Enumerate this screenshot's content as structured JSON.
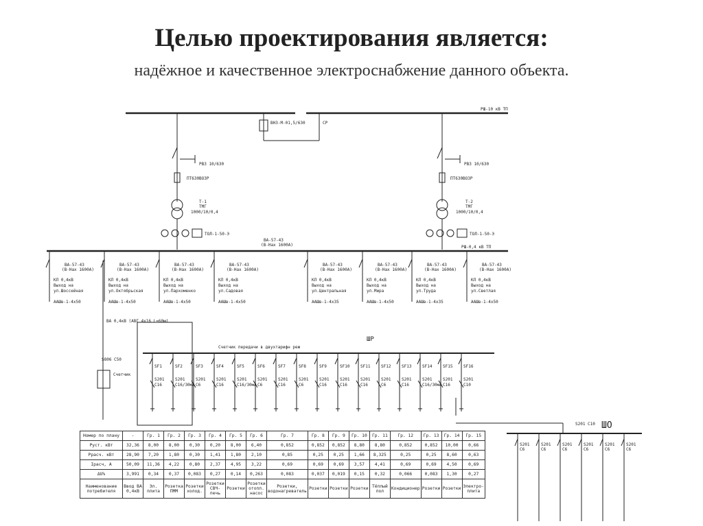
{
  "header": {
    "title": "Целью проектирования является:",
    "subtitle": "надёжное и качественное электроснабжение данного объекта."
  },
  "labels": {
    "bus_10kv": "РШ-10 кВ ТП",
    "bus_04kv": "РШ-0,4 кВ ТП",
    "sectional_switch": "ВНЗ-М-01,5/630",
    "sr": "СР",
    "rvz_left": "РВЗ 10/630",
    "rvz_right": "РВЗ 10/630",
    "fuse_left": "ПТ630ВОЗР",
    "fuse_right": "ПТ630ВОЗР",
    "t1": "Т-1",
    "t1_spec": "1000/10/0,4",
    "t2": "Т-2",
    "t2_spec": "1000/10/0,4",
    "tm1": "ТМГ",
    "tm2": "ТМГ",
    "tol": "ТОЛ-1-50-Э",
    "tol2": "ТОЛ-1-50-Э",
    "va_main": "ВА-57-43",
    "va_main_sub": "(В-Нах 1600А)",
    "shr": "ШР",
    "sho": "ШО",
    "shr_note": "Счетчик передачи в двухтарифн реж",
    "mcb_left": "S806 C50",
    "meter": "Счетчик",
    "cable_left": "ВА 0,4кВ (АВГ 4х16 L=60м)",
    "s201": "S201 C10"
  },
  "feeders": [
    {
      "breaker": "ВА-57-43",
      "rating": "(В-Нах 1600А)",
      "desc": "КЛ 0,4кВ Выход на ул.Шоссейная",
      "cable": "ААШв-1-4х50"
    },
    {
      "breaker": "ВА-57-43",
      "rating": "(В-Нах 1600А)",
      "desc": "КЛ 0,4кВ Выход на ул.Октябрьская",
      "cable": "ААШв-1-4х50"
    },
    {
      "breaker": "ВА-57-43",
      "rating": "(В-Нах 1600А)",
      "desc": "КЛ 0,4кВ Выход на ул.Пархоменко",
      "cable": "ААШв-1-4х50"
    },
    {
      "breaker": "ВА-57-43",
      "rating": "(В-Нах 1600А)",
      "desc": "КЛ 0,4кВ Выход на ул.Садовая",
      "cable": "ААШв-1-4х50"
    },
    {
      "breaker": "ВА-57-43",
      "rating": "(В-Нах 1600А)",
      "desc": "КЛ 0,4кВ Выход на ул.Центральная",
      "cable": "ААШв-1-4х35"
    },
    {
      "breaker": "ВА-57-43",
      "rating": "(В-Нах 1600А)",
      "desc": "КЛ 0,4кВ Выход на ул.Мира",
      "cable": "ААШв-1-4х50"
    },
    {
      "breaker": "ВА-57-43",
      "rating": "(В-Нах 1600А)",
      "desc": "КЛ 0,4кВ Выход на ул.Труда",
      "cable": "ААШв-1-4х35"
    },
    {
      "breaker": "ВА-57-43",
      "rating": "(В-Нах 1600А)",
      "desc": "КЛ 0,4кВ Выход на ул.Светлая",
      "cable": "ААШв-1-4х50"
    }
  ],
  "groups": [
    {
      "sf": "SF1",
      "b": "S201 C16"
    },
    {
      "sf": "SF2",
      "b": "S201 C16/30мА"
    },
    {
      "sf": "SF3",
      "b": "S201 C6"
    },
    {
      "sf": "SF4",
      "b": "S201 C16"
    },
    {
      "sf": "SF5",
      "b": "S201 C16/30мА"
    },
    {
      "sf": "SF6",
      "b": "S201 C6"
    },
    {
      "sf": "SF7",
      "b": "S201 C16"
    },
    {
      "sf": "SF8",
      "b": "S201 C6"
    },
    {
      "sf": "SF9",
      "b": "S201 C16"
    },
    {
      "sf": "SF10",
      "b": "S201 C16"
    },
    {
      "sf": "SF11",
      "b": "S201 C16"
    },
    {
      "sf": "SF12",
      "b": "S201 C6"
    },
    {
      "sf": "SF13",
      "b": "S201 C16"
    },
    {
      "sf": "SF14",
      "b": "S201 C16/30мА"
    },
    {
      "sf": "SF15",
      "b": "S201 C16"
    },
    {
      "sf": "SF16",
      "b": "S201 C10"
    }
  ],
  "sho_breakers": [
    "S201 C6",
    "S201 C6",
    "S201 C6",
    "S201 C6",
    "S201 C6",
    "S201 C6"
  ],
  "table": {
    "header": [
      "Номер по плану",
      "-",
      "Гр. 1",
      "Гр. 2",
      "Гр. 3",
      "Гр. 4",
      "Гр. 5",
      "Гр. 6",
      "Гр. 7",
      "Гр. 8",
      "Гр. 9",
      "Гр. 10",
      "Гр. 11",
      "Гр. 12",
      "Гр. 13",
      "Гр. 14",
      "Гр. 15"
    ],
    "rows": [
      [
        "Руст. кВт",
        "32,36",
        "8,00",
        "8,00",
        "0,30",
        "0,20",
        "8,00",
        "6,40",
        "0,852",
        "0,852",
        "0,852",
        "8,80",
        "8,80",
        "0,852",
        "0,852",
        "10,00",
        "0,66"
      ],
      [
        "Ррасч. кВт",
        "28,90",
        "7,20",
        "1,80",
        "0,30",
        "1,41",
        "1,80",
        "2,10",
        "0,85",
        "0,25",
        "0,25",
        "1,66",
        "8,325",
        "0,25",
        "0,25",
        "8,60",
        "0,63"
      ],
      [
        "Iрасч, А",
        "50,09",
        "11,36",
        "4,22",
        "0,80",
        "2,37",
        "4,95",
        "3,22",
        "0,69",
        "0,69",
        "0,69",
        "3,57",
        "4,41",
        "0,69",
        "0,69",
        "4,50",
        "0,69"
      ],
      [
        "ΔU%",
        "3,991",
        "0,34",
        "0,37",
        "0,083",
        "0,27",
        "0,14",
        "0,263",
        "0,083",
        "0,037",
        "0,019",
        "0,15",
        "0,32",
        "0,066",
        "0,083",
        "1,30",
        "0,27"
      ],
      [
        "Наименование потребителя",
        "Ввод ВА 0,4кВ",
        "Эл. плита",
        "Розетка ПММ",
        "Розетки холод.",
        "Розетки СВЧ-печь",
        "Розетки",
        "Розетки отопл. насос",
        "Розетки, водонагреватель",
        "Розетки",
        "Розетки",
        "Розетки",
        "Тёплый пол",
        "Кондиционер",
        "Розетки",
        "Розетки",
        "Электро-плита"
      ]
    ]
  }
}
